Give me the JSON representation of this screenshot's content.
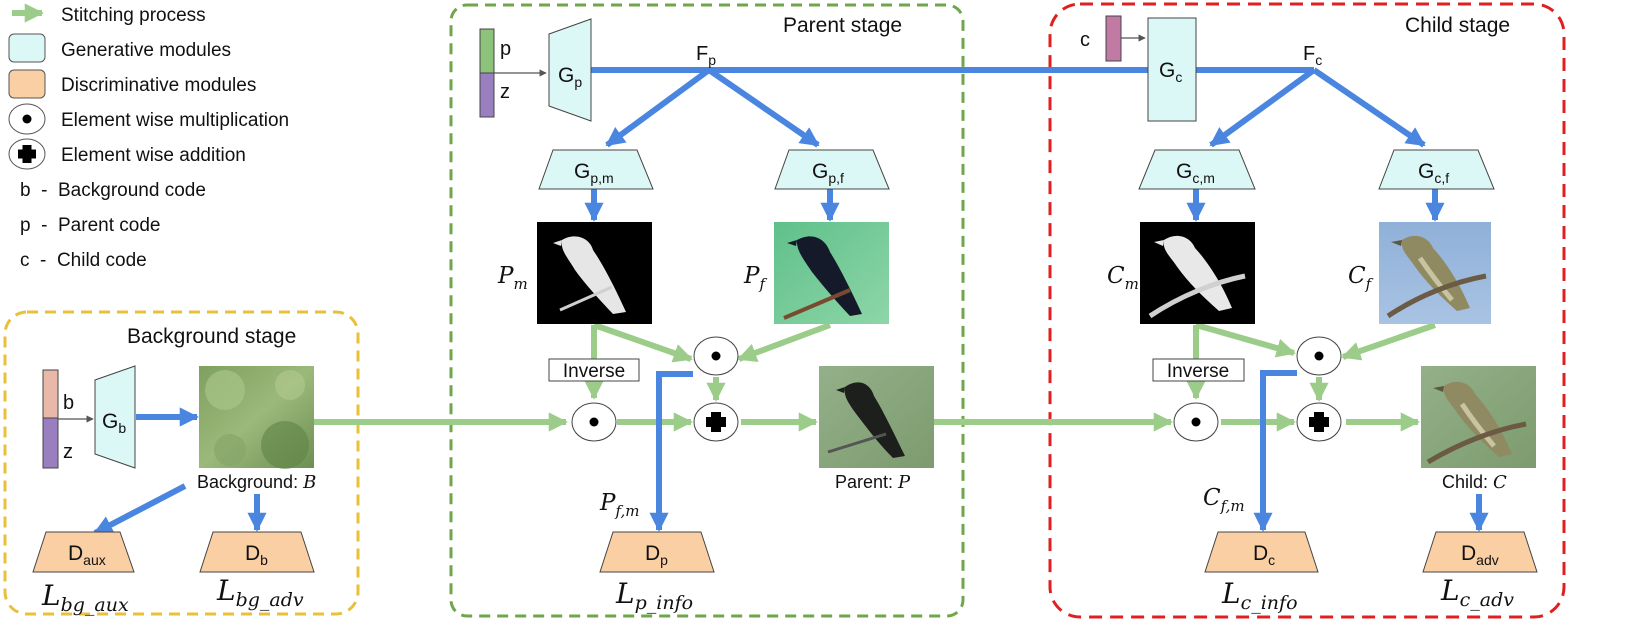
{
  "legend": {
    "stitching": "Stitching process",
    "generative": "Generative modules",
    "discriminative": "Discriminative modules",
    "multiplication": "Element wise multiplication",
    "addition": "Element wise addition",
    "b_code": "b  -  Background code",
    "p_code": "p  -  Parent code",
    "c_code": "c  -  Child code"
  },
  "stages": {
    "background": "Background stage",
    "parent": "Parent stage",
    "child": "Child stage"
  },
  "codes": {
    "b": "b",
    "z": "z",
    "p": "p",
    "c": "c"
  },
  "generators": {
    "gb": {
      "main": "G",
      "sub": "b"
    },
    "gp": {
      "main": "G",
      "sub": "p"
    },
    "gc": {
      "main": "G",
      "sub": "c"
    },
    "gpm": {
      "main": "G",
      "sub": "p,m"
    },
    "gpf": {
      "main": "G",
      "sub": "p,f"
    },
    "gcm": {
      "main": "G",
      "sub": "c,m"
    },
    "gcf": {
      "main": "G",
      "sub": "c,f"
    }
  },
  "features": {
    "fp": {
      "main": "F",
      "sub": "p"
    },
    "fc": {
      "main": "F",
      "sub": "c"
    }
  },
  "discriminators": {
    "daux": {
      "main": "D",
      "sub": "aux"
    },
    "db": {
      "main": "D",
      "sub": "b"
    },
    "dp": {
      "main": "D",
      "sub": "p"
    },
    "dc": {
      "main": "D",
      "sub": "c"
    },
    "dadv": {
      "main": "D",
      "sub": "adv"
    }
  },
  "inverse": "Inverse",
  "image_labels": {
    "pm": {
      "main": "P",
      "sub": "m"
    },
    "pf": {
      "main": "P",
      "sub": "f"
    },
    "cm": {
      "main": "C",
      "sub": "m"
    },
    "cf": {
      "main": "C",
      "sub": "f"
    },
    "pfm": {
      "main": "P",
      "sub": "f,m"
    },
    "cfm": {
      "main": "C",
      "sub": "f,m"
    },
    "background": {
      "prefix": "Background: ",
      "sym": "B"
    },
    "parent": {
      "prefix": "Parent: ",
      "sym": "P"
    },
    "child": {
      "prefix": "Child: ",
      "sym": "C"
    }
  },
  "losses": {
    "bg_aux": {
      "main": "L",
      "sub": "bg_aux"
    },
    "bg_adv": {
      "main": "L",
      "sub": "bg_adv"
    },
    "p_info": {
      "main": "L",
      "sub": "p_info"
    },
    "c_info": {
      "main": "L",
      "sub": "c_info"
    },
    "c_adv": {
      "main": "L",
      "sub": "c_adv"
    }
  },
  "colors": {
    "blue": "#4a86e0",
    "green": "#9ccc8a",
    "generative": "#dcf8f6",
    "discriminative": "#f9cfa3",
    "bg_stage_border": "#e8c03a",
    "parent_stage_border": "#6fa64a",
    "child_stage_border": "#e02020"
  }
}
